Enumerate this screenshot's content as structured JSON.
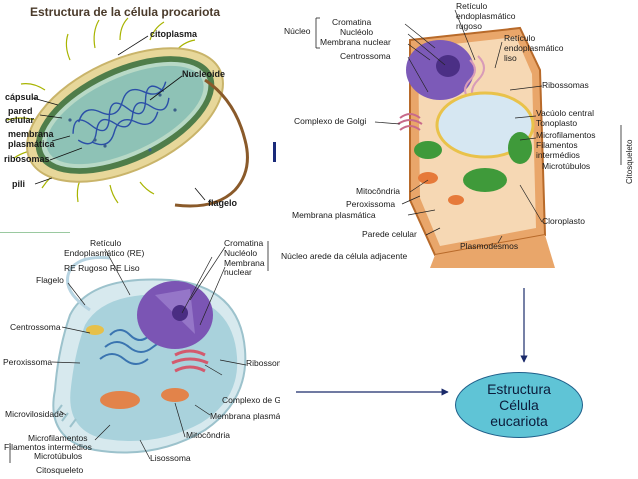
{
  "prokaryote": {
    "title": "Estructura de la célula procariota",
    "labels": {
      "citoplasma": "citoplasma",
      "nucleoide": "Nucleoide",
      "capsula": "cápsula",
      "pared": "pared",
      "celular": "celular",
      "membrana": "membrana",
      "plasmatica": "plasmática",
      "ribosomas": "ribosomas",
      "pili": "pili",
      "flagelo": "flagelo"
    }
  },
  "plant_cell": {
    "labels": {
      "nucleo": "Núcleo",
      "cromatina": "Cromatina",
      "nucleolo": "Nucléolo",
      "membrana_nuclear": "Membrana nuclear",
      "rer_1": "Retículo",
      "rer_2": "endoplasmático",
      "rer_3": "rugoso",
      "rel_1": "Retículo",
      "rel_2": "endoplasmático",
      "rel_3": "liso",
      "centrossoma": "Centrossoma",
      "ribossomas": "Ribossomas",
      "complexo_golgi": "Complexo de Golgi",
      "vacuolo": "Vacúolo central",
      "tonoplasto": "Tonoplasto",
      "microfilamentos": "Microfilamentos",
      "filamentos_1": "Filamentos",
      "filamentos_2": "intermédios",
      "microtubulos": "Microtúbulos",
      "citosqueleto": "Citosqueleto",
      "mitocondria": "Mitocôndria",
      "peroxissoma": "Peroxissoma",
      "membrana_plasmatica": "Membrana plasmática",
      "cloroplasto": "Cloroplasto",
      "parede_celular": "Parede celular",
      "plasmodesmos": "Plasmodesmos",
      "parede_adjacente": "Núcleo arede da célula adjacente"
    }
  },
  "animal_cell": {
    "labels": {
      "re_1": "Retículo",
      "re_2": "Endoplasmático (RE)",
      "re_rugoso_liso": "RE Rugoso RE Liso",
      "cromatina": "Cromatina",
      "nucleolo": "Nucléolo",
      "membrana_1": "Membrana",
      "membrana_2": "nuclear",
      "flagelo": "Flagelo",
      "centrossoma": "Centrossoma",
      "peroxissoma": "Peroxissoma",
      "ribossoma": "Ribossoma",
      "complexo_golgi": "Complexo de Golgi",
      "membrana_plasmatica": "Membrana plasmática",
      "microvilosidade": "Microvilosidade",
      "mitocondria": "Mitocôndria",
      "microfilamentos": "Microfilamentos",
      "filamentos_intermedios": "Filamentos intermédios",
      "microtubulos": "Microtúbulos",
      "lisossoma": "Lisossoma",
      "citosqueleto": "Citosqueleto"
    }
  },
  "summary": {
    "line1": "Estructura",
    "line2": "Célula",
    "line3": "eucariota"
  }
}
